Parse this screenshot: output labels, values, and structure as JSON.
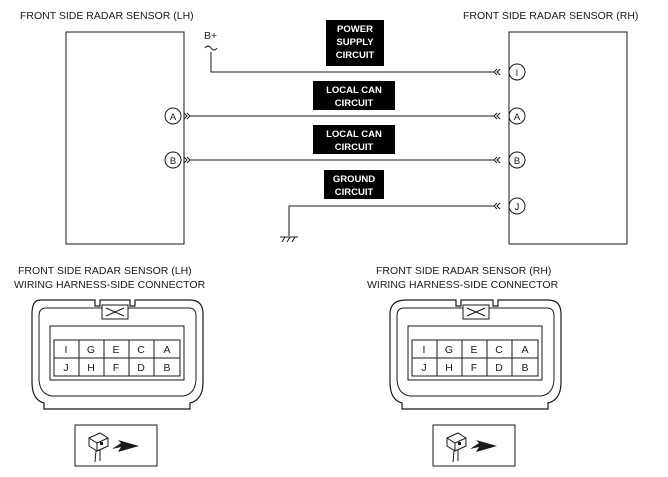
{
  "modules": {
    "lh_title": "FRONT SIDE RADAR SENSOR (LH)",
    "rh_title": "FRONT SIDE RADAR SENSOR (RH)"
  },
  "wiring": {
    "battery_label": "B+",
    "circuits": {
      "power": [
        "POWER",
        "SUPPLY",
        "CIRCUIT"
      ],
      "can1": [
        "LOCAL CAN",
        "CIRCUIT"
      ],
      "can2": [
        "LOCAL CAN",
        "CIRCUIT"
      ],
      "ground": [
        "GROUND",
        "CIRCUIT"
      ]
    },
    "terminals": {
      "lh_a": "A",
      "lh_b": "B",
      "rh_i": "I",
      "rh_a": "A",
      "rh_b": "B",
      "rh_j": "J"
    }
  },
  "connectors": {
    "lh": {
      "title_line1": "FRONT SIDE RADAR SENSOR (LH)",
      "title_line2": "WIRING HARNESS-SIDE CONNECTOR",
      "top_row": [
        "I",
        "G",
        "E",
        "C",
        "A"
      ],
      "bottom_row": [
        "J",
        "H",
        "F",
        "D",
        "B"
      ]
    },
    "rh": {
      "title_line1": "FRONT SIDE RADAR SENSOR (RH)",
      "title_line2": "WIRING HARNESS-SIDE CONNECTOR",
      "top_row": [
        "I",
        "G",
        "E",
        "C",
        "A"
      ],
      "bottom_row": [
        "J",
        "H",
        "F",
        "D",
        "B"
      ]
    }
  }
}
